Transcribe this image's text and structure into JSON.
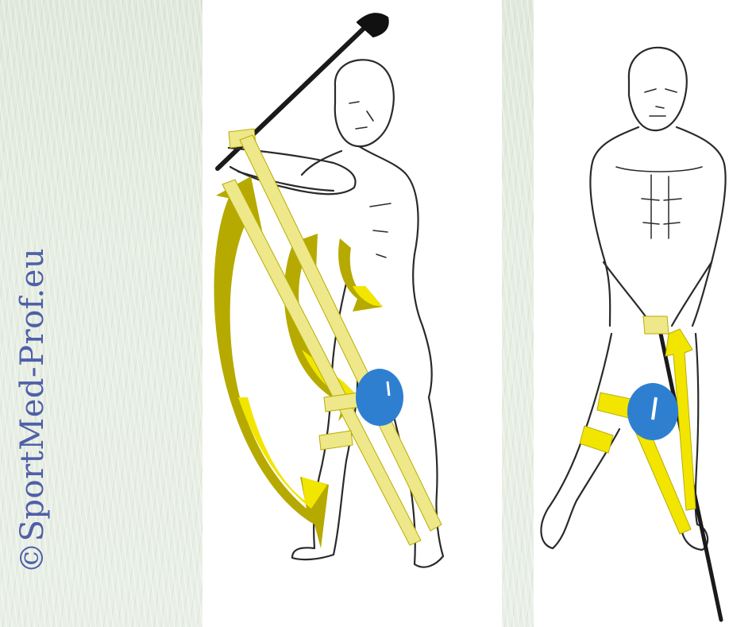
{
  "watermark": {
    "text": "©SportMed-Prof.eu"
  },
  "figures": [
    {
      "id": "golfer-backswing",
      "view": "side"
    },
    {
      "id": "golfer-address",
      "view": "front"
    }
  ],
  "colors": {
    "band_yellow": "#f2e600",
    "band_light": "#eee88a",
    "arrow_olive": "#b6aa00",
    "ball_blue": "#2f7fd0",
    "outline": "#2a2a2a",
    "watermark_blue": "#4f5fa8"
  }
}
